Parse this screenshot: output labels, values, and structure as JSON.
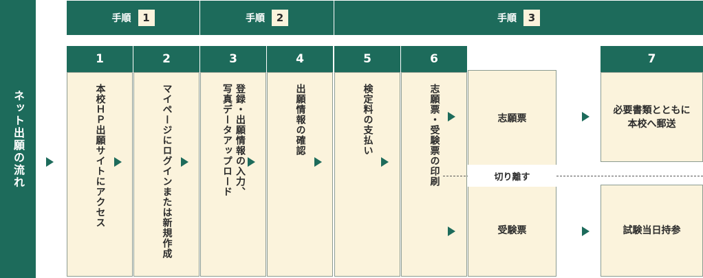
{
  "sidebar": {
    "title": "ネット出願の流れ"
  },
  "step_headers": [
    {
      "label": "手順",
      "num": "1"
    },
    {
      "label": "手順",
      "num": "2"
    },
    {
      "label": "手順",
      "num": "3"
    }
  ],
  "columns": [
    {
      "num": "1",
      "text": "本校ＨＰ出願サイトにアクセス"
    },
    {
      "num": "2",
      "text": "マイページにログインまたは新規作成"
    },
    {
      "num": "3",
      "text": "登録・出願情報の入力、\n写真データアップロード"
    },
    {
      "num": "4",
      "text": "出願情報の確認"
    },
    {
      "num": "5",
      "text": "検定料の支払い"
    },
    {
      "num": "6",
      "text": "志願票・受験票の印刷"
    }
  ],
  "boxes": {
    "shiganhyo": "志願票",
    "jukenhyo": "受験票",
    "seven_num": "7",
    "mail": "必要書類とともに\n本校へ郵送",
    "bring": "試験当日持参",
    "cut": "切り離す"
  },
  "colors": {
    "accent": "#1d6b5b",
    "cream": "#fbf3dc"
  }
}
